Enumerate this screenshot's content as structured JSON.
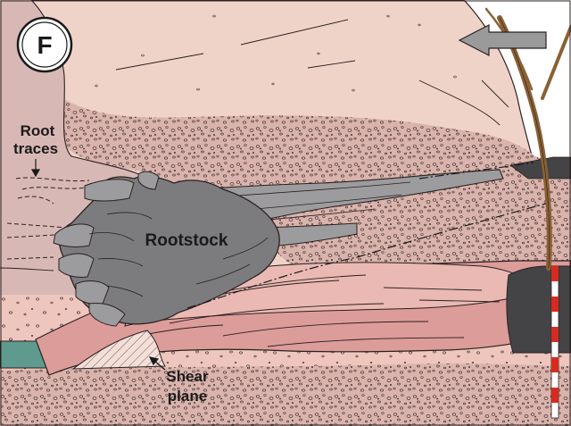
{
  "panel": {
    "letter": "F"
  },
  "labels": {
    "root_traces_line1": "Root",
    "root_traces_line2": "traces",
    "rootstock": "Rootstock",
    "shear_line1": "Shear",
    "shear_line2": "plane"
  },
  "colors": {
    "background": "#ffffff",
    "upper_sediment": "#f0d3c8",
    "pebble_layer": "#d9b3ac",
    "left_band": "#d8b8b5",
    "rootstock_fill": "#7c7c7e",
    "root_fill": "#9c9c9e",
    "log_pink": "#dc9c9a",
    "log_light": "#eab9b3",
    "teal_layer": "#5f9a8e",
    "lower_sediment": "#eec6be",
    "dark_rock": "#444446",
    "tree_brown": "#8a6034",
    "arrow_gray": "#9a9a9a",
    "scale_red": "#d82a1e"
  },
  "icons": {
    "arrow": "hollow-left-arrow-icon",
    "scale": "scale-bar-icon",
    "panel_badge": "circle-badge-icon"
  }
}
